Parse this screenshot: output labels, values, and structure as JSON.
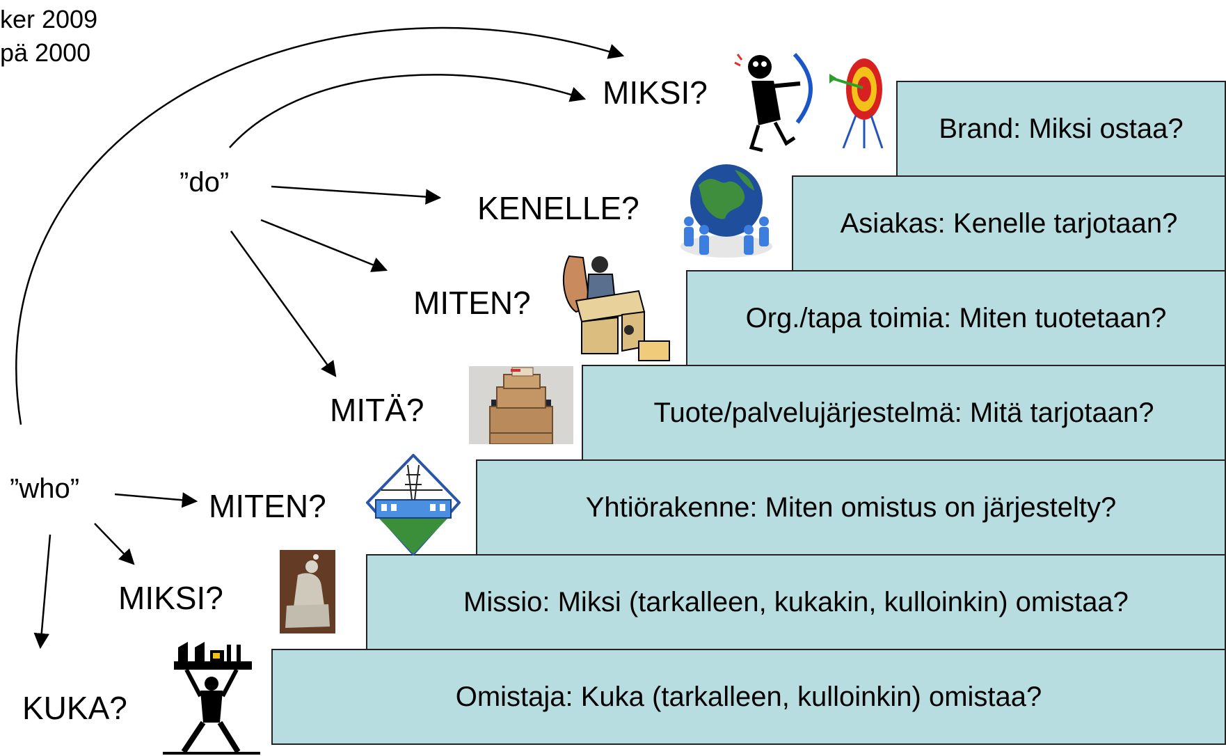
{
  "citation": [
    "ker 2009",
    "pä 2000"
  ],
  "groups": {
    "do": "”do”",
    "who": "”who”"
  },
  "questions": {
    "miksi_top": "MIKSI?",
    "kenelle": "KENELLE?",
    "miten_top": "MITEN?",
    "mita": "MITÄ?",
    "miten_mid": "MITEN?",
    "miksi_low": "MIKSI?",
    "kuka": "KUKA?"
  },
  "steps": [
    "Brand: Miksi ostaa?",
    "Asiakas: Kenelle tarjotaan?",
    "Org./tapa toimia: Miten tuotetaan?",
    "Tuote/palvelujärjestelmä: Mitä tarjotaan?",
    "Yhtiörakenne: Miten omistus on järjestelty?",
    "Missio: Miksi (tarkalleen, kukakin, kulloinkin) omistaa?",
    "Omistaja: Kuka (tarkalleen, kulloinkin) omistaa?"
  ],
  "colors": {
    "step_fill": "#b7dde0",
    "line": "#000000"
  },
  "icons": [
    "archer-icon",
    "target-icon",
    "globe-people-icon",
    "desk-worker-icon",
    "boxes-icon",
    "power-station-icon",
    "thinker-statue-icon",
    "factory-carrier-icon"
  ]
}
